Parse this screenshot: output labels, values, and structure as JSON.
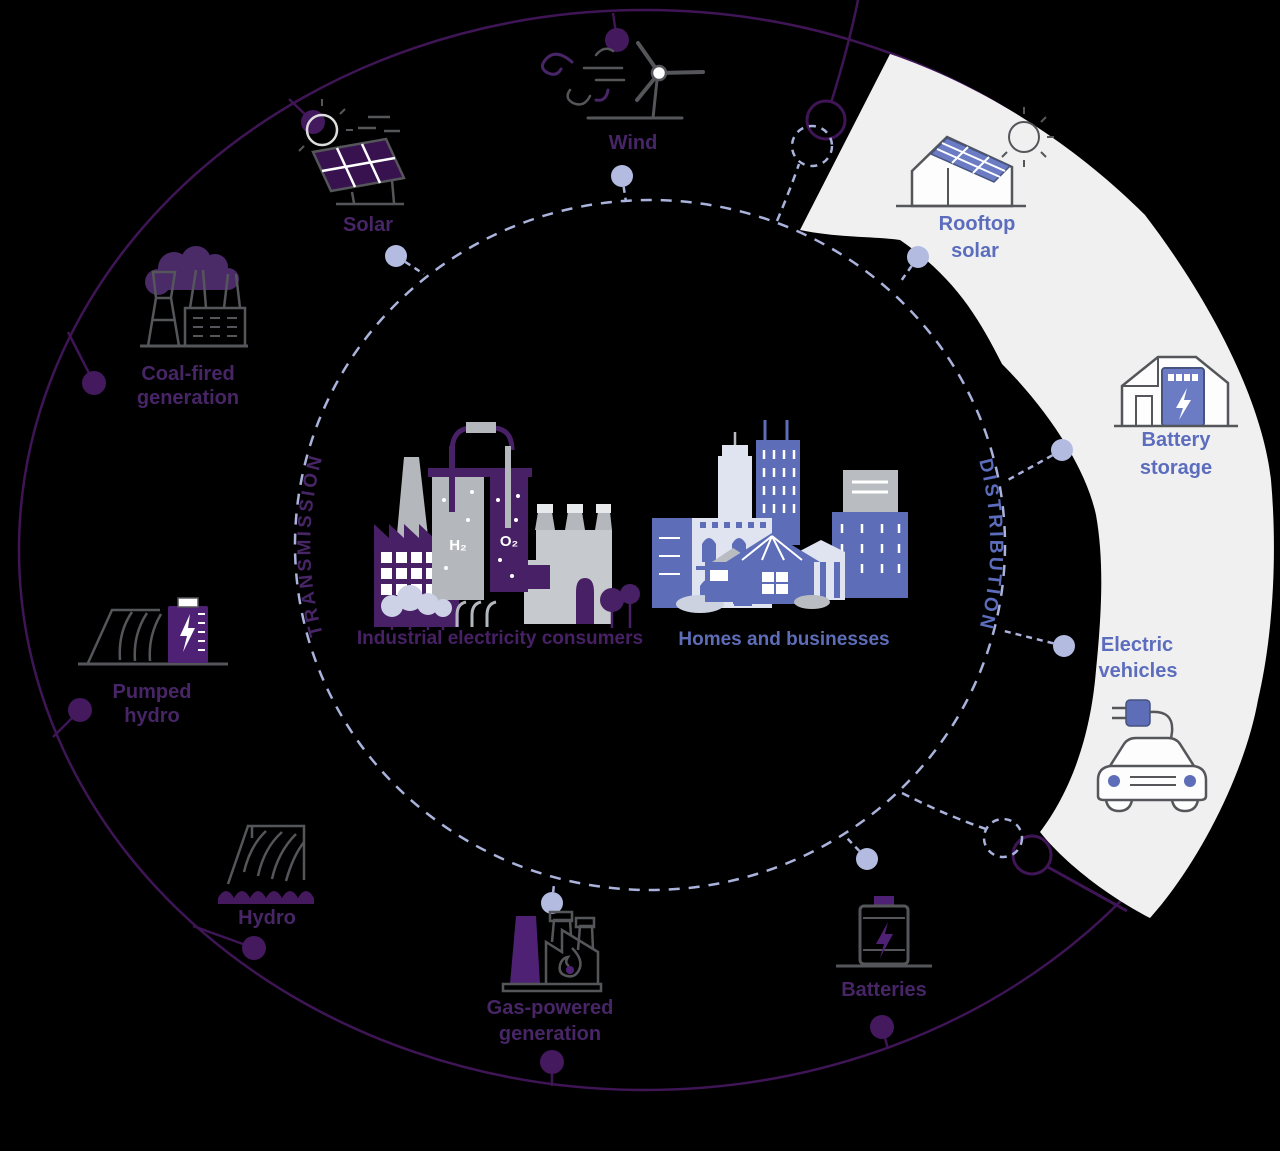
{
  "colors": {
    "background": "#000000",
    "transmission_line": "#3f1556",
    "transmission_text": "#472566",
    "deep_purple_fill": "#4f2175",
    "distribution_text": "#5c6dbd",
    "distribution_fill": "#5d6db8",
    "lavender_dashed": "#aab3dc",
    "lavender_dot": "#b3bce0",
    "icon_outline_gray": "#55565a",
    "highlight_wedge": "#f0f0f1"
  },
  "ring_labels": {
    "transmission": "TRANSMISSION",
    "distribution": "DISTRIBUTION"
  },
  "nodes": {
    "wind": {
      "label": "Wind"
    },
    "solar": {
      "label": "Solar"
    },
    "coal": {
      "line1": "Coal-fired",
      "line2": "generation"
    },
    "pumped_hydro": {
      "line1": "Pumped",
      "line2": "hydro"
    },
    "hydro": {
      "label": "Hydro"
    },
    "gas": {
      "line1": "Gas-powered",
      "line2": "generation"
    },
    "batteries": {
      "label": "Batteries"
    },
    "rooftop_solar": {
      "line1": "Rooftop",
      "line2": "solar"
    },
    "battery_storage": {
      "line1": "Battery",
      "line2": "storage"
    },
    "electric_vehicles": {
      "line1": "Electric",
      "line2": "vehicles"
    }
  },
  "center": {
    "industrial": {
      "label": "Industrial electricity consumers",
      "tank_left": "H₂",
      "tank_right": "O₂"
    },
    "homes": {
      "label": "Homes and businesses"
    }
  }
}
